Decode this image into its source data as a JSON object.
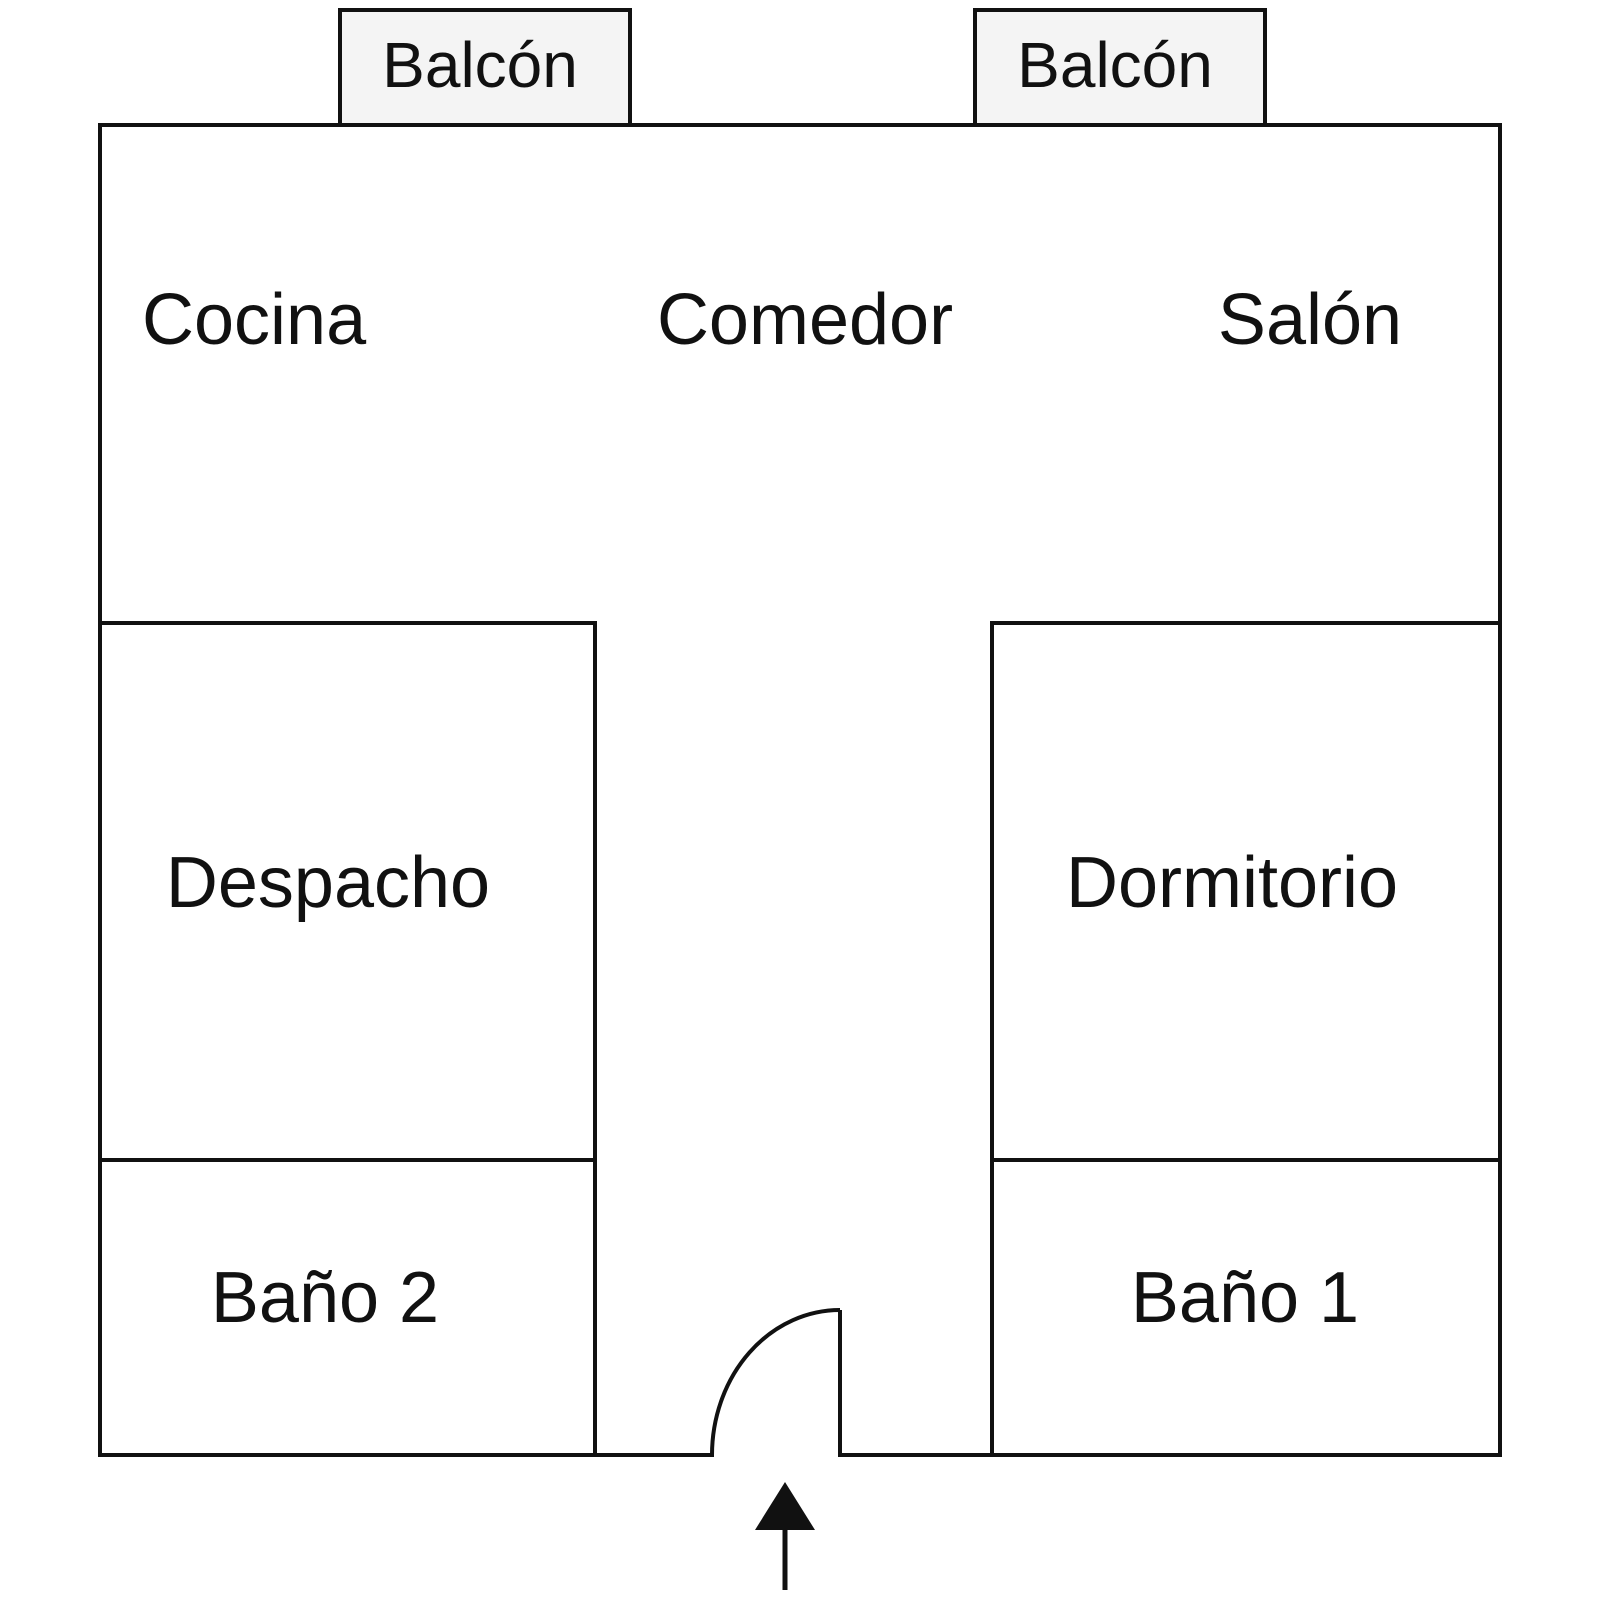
{
  "colors": {
    "wall": "#111111",
    "balcony_fill": "#f4f4f4",
    "background": "#ffffff"
  },
  "balconies": [
    {
      "label": "Balcón"
    },
    {
      "label": "Balcón"
    }
  ],
  "rooms": {
    "cocina": "Cocina",
    "comedor": "Comedor",
    "salon": "Salón",
    "despacho": "Despacho",
    "dormitorio": "Dormitorio",
    "bano2": "Baño 2",
    "bano1": "Baño 1"
  },
  "icons": {
    "entrance": "entrance-arrow-icon",
    "door": "door-swing-icon"
  }
}
